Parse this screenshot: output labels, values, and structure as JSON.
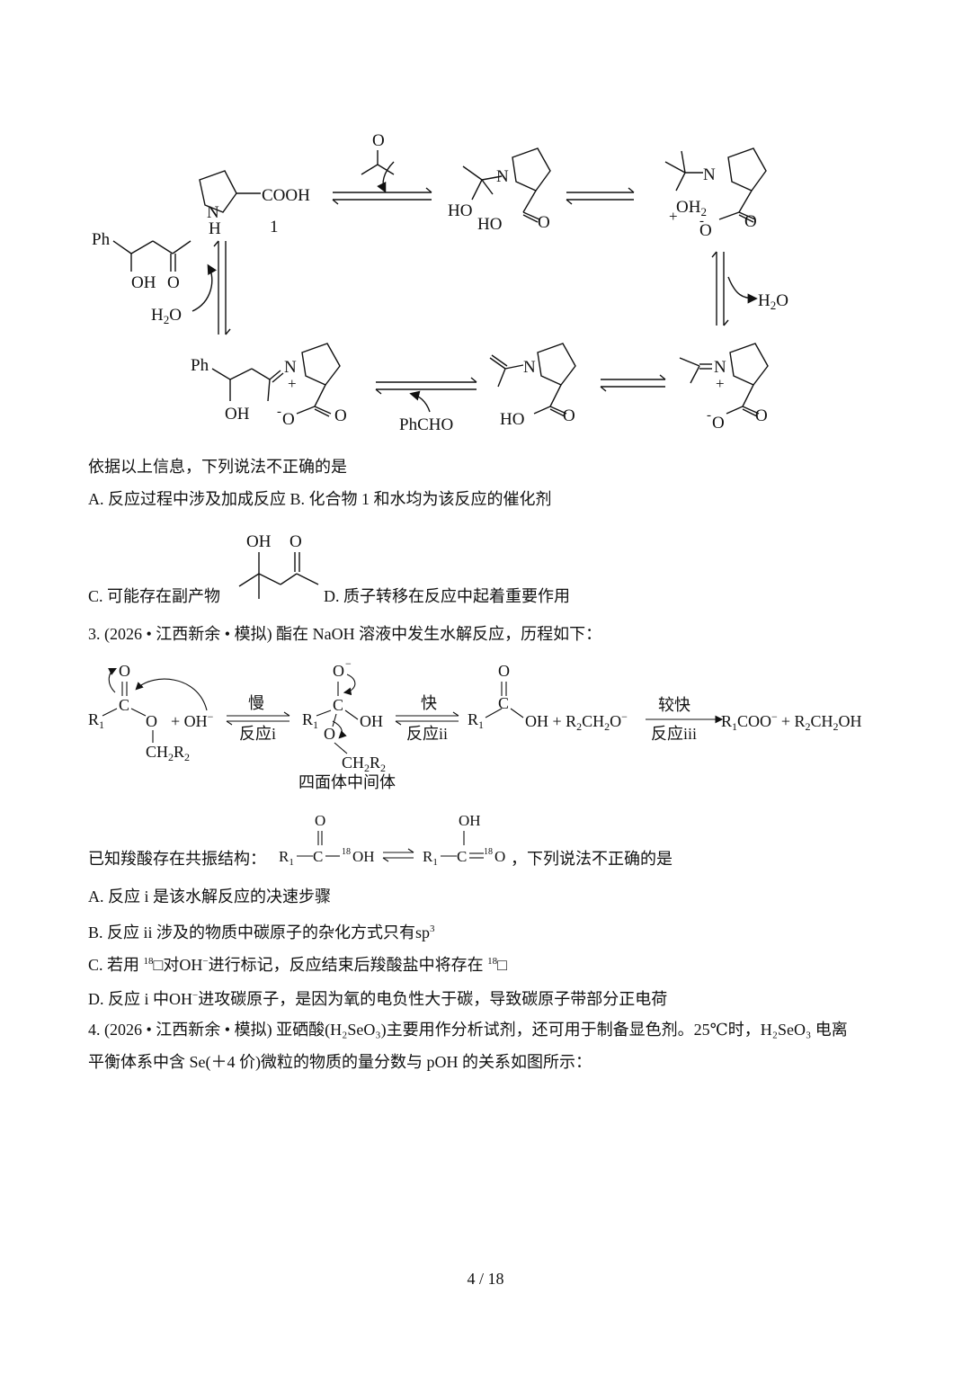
{
  "scheme1": {
    "labels": {
      "ph": "Ph",
      "oh": "OH",
      "o": "O",
      "n": "N",
      "h": "H",
      "ho": "HO",
      "cooh": "COOH",
      "compound_number": "1",
      "water": "H",
      "water_sub": "2",
      "water_o": "O",
      "oh2": "OH",
      "oh2_sub": "2",
      "plus": "+",
      "minus_o": "O",
      "minus": "-",
      "phcho": "PhCHO"
    }
  },
  "question2": {
    "prompt": "依据以上信息，下列说法不正确的是",
    "option_ab": "A. 反应过程中涉及加成反应 B. 化合物 1 和水均为该反应的催化剂",
    "option_c": "C. 可能存在副产物",
    "option_d": "D. 质子转移在反应中起着重要作用",
    "byproduct_oh": "OH",
    "byproduct_o": "O"
  },
  "question3": {
    "stem": "3. (2026 • 江西新余 • 模拟) 酯在 NaOH 溶液中发生水解反应，历程如下：",
    "scheme": {
      "r": "R",
      "sub1": "1",
      "sub2": "2",
      "c": "C",
      "o": "O",
      "oh": "OH",
      "ch2r2": "CH",
      "plus_oh": "+ OH",
      "minus": "−",
      "step1_top": "慢",
      "step1_bottom": "反应i",
      "step2_top": "快",
      "step2_bottom": "反应ii",
      "step3_top": "较快",
      "step3_bottom": "反应iii",
      "intermediate": "四面体中间体",
      "products_mid": "OH + R",
      "products_mid2": "CH",
      "products_mid3": "O",
      "final": "COO",
      "final2": "+ R",
      "final3": "CH",
      "final4": "OH"
    },
    "resonance_prefix": "已知羧酸存在共振结构：",
    "resonance_suffix": "，下列说法不正确的是",
    "resonance": {
      "r": "R",
      "sub1": "1",
      "c": "C",
      "o": "O",
      "iso": "18",
      "oh": "OH",
      "ho": "OH"
    },
    "options": {
      "a": "A. 反应 i 是该水解反应的决速步骤",
      "b": "B. 反应 ii 涉及的物质中碳原子的杂化方式只有sp",
      "b_sup": "3",
      "c_1": "C. 若用 ",
      "c_iso": "18",
      "c_2": "□对OH",
      "c_minus": "−",
      "c_3": "进行标记，反应结束后羧酸盐中将存在 ",
      "c_iso2": "18",
      "c_4": "□",
      "d_1": "D. 反应 i 中OH",
      "d_minus": "−",
      "d_2": "进攻碳原子，是因为氧的电负性大于碳，导致碳原子带部分正电荷"
    }
  },
  "question4": {
    "line1": "4. (2026 • 江西新余 • 模拟) 亚硒酸(H₂SeO₃)主要用作分析试剂，还可用于制备显色剂。25℃时，H₂SeO₃ 电离",
    "line2": "平衡体系中含 Se(＋4 价)微粒的物质的量分数与 pOH 的关系如图所示："
  },
  "footer": {
    "page_number": "4 / 18"
  }
}
